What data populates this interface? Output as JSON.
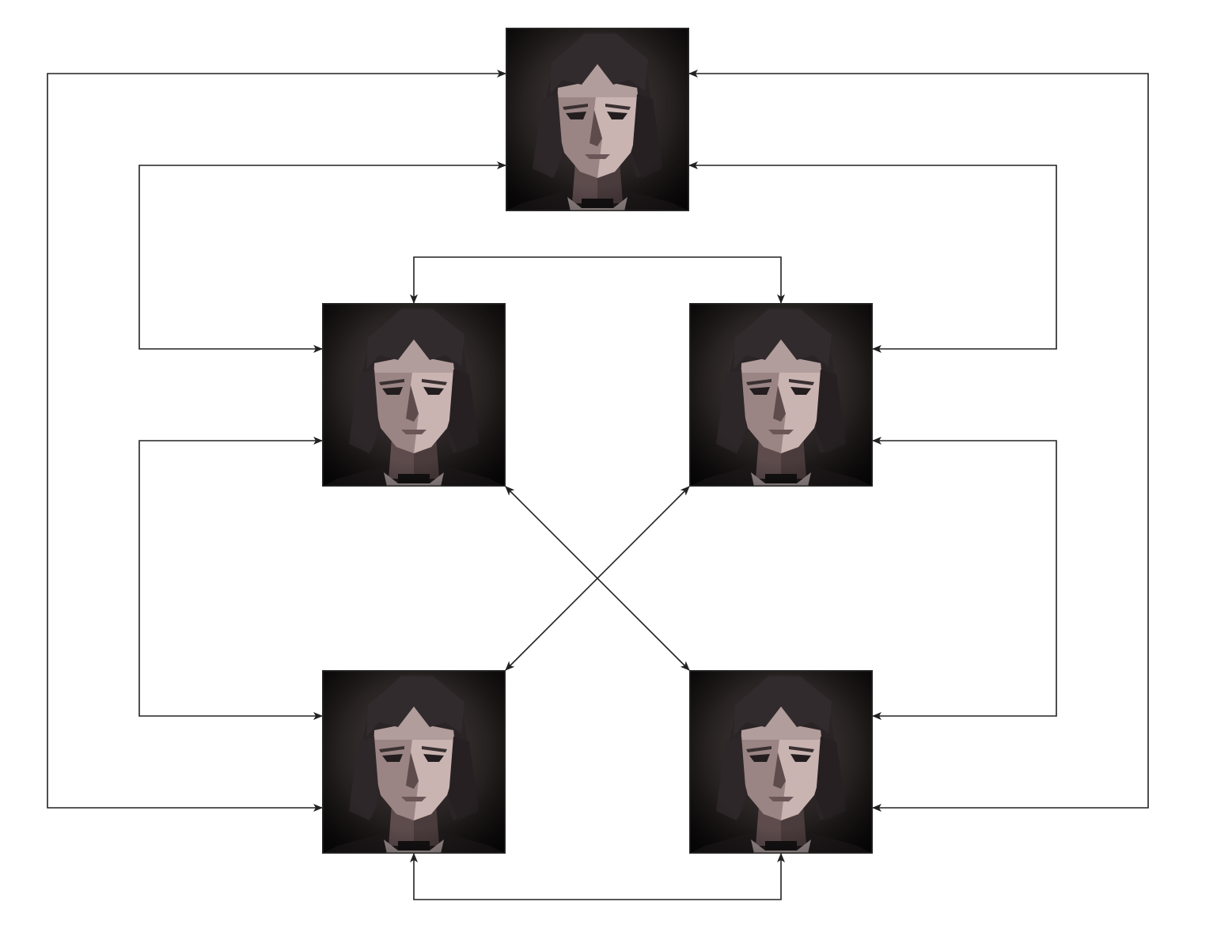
{
  "diagram": {
    "background": "#ffffff",
    "edge_color": "#222222",
    "node_frame_color": "#2a2a2a",
    "portrait": {
      "icon": "low-poly-female-portrait",
      "bg_center": "#4a4040",
      "bg_edge": "#0c0a0a",
      "hair": "#2a2426",
      "skin_light": "#c9b4b2",
      "skin_mid": "#9a8584",
      "skin_dark": "#5e4c4d",
      "collar": "#9d8f90"
    },
    "nodes": [
      {
        "id": "top"
      },
      {
        "id": "mid-left"
      },
      {
        "id": "mid-right"
      },
      {
        "id": "bottom-left"
      },
      {
        "id": "bottom-right"
      }
    ],
    "edges": [
      {
        "id": "top-to-mid-left",
        "from": "top",
        "to": "mid-left",
        "direction": "both"
      },
      {
        "id": "top-to-mid-right",
        "from": "top",
        "to": "mid-right",
        "direction": "both"
      },
      {
        "id": "top-to-bottom-left",
        "from": "top",
        "to": "bottom-left",
        "direction": "both"
      },
      {
        "id": "top-to-bottom-right",
        "from": "top",
        "to": "bottom-right",
        "direction": "both"
      },
      {
        "id": "mid-left-to-mid-right",
        "from": "mid-left",
        "to": "mid-right",
        "direction": "both"
      },
      {
        "id": "mid-left-to-bottom-left",
        "from": "mid-left",
        "to": "bottom-left",
        "direction": "both"
      },
      {
        "id": "mid-right-to-bottom-right",
        "from": "mid-right",
        "to": "bottom-right",
        "direction": "both"
      },
      {
        "id": "mid-left-to-bottom-right",
        "from": "mid-left",
        "to": "bottom-right",
        "direction": "both"
      },
      {
        "id": "mid-right-to-bottom-left",
        "from": "mid-right",
        "to": "bottom-left",
        "direction": "both"
      },
      {
        "id": "bottom-left-to-bottom-right",
        "from": "bottom-left",
        "to": "bottom-right",
        "direction": "both"
      }
    ]
  }
}
